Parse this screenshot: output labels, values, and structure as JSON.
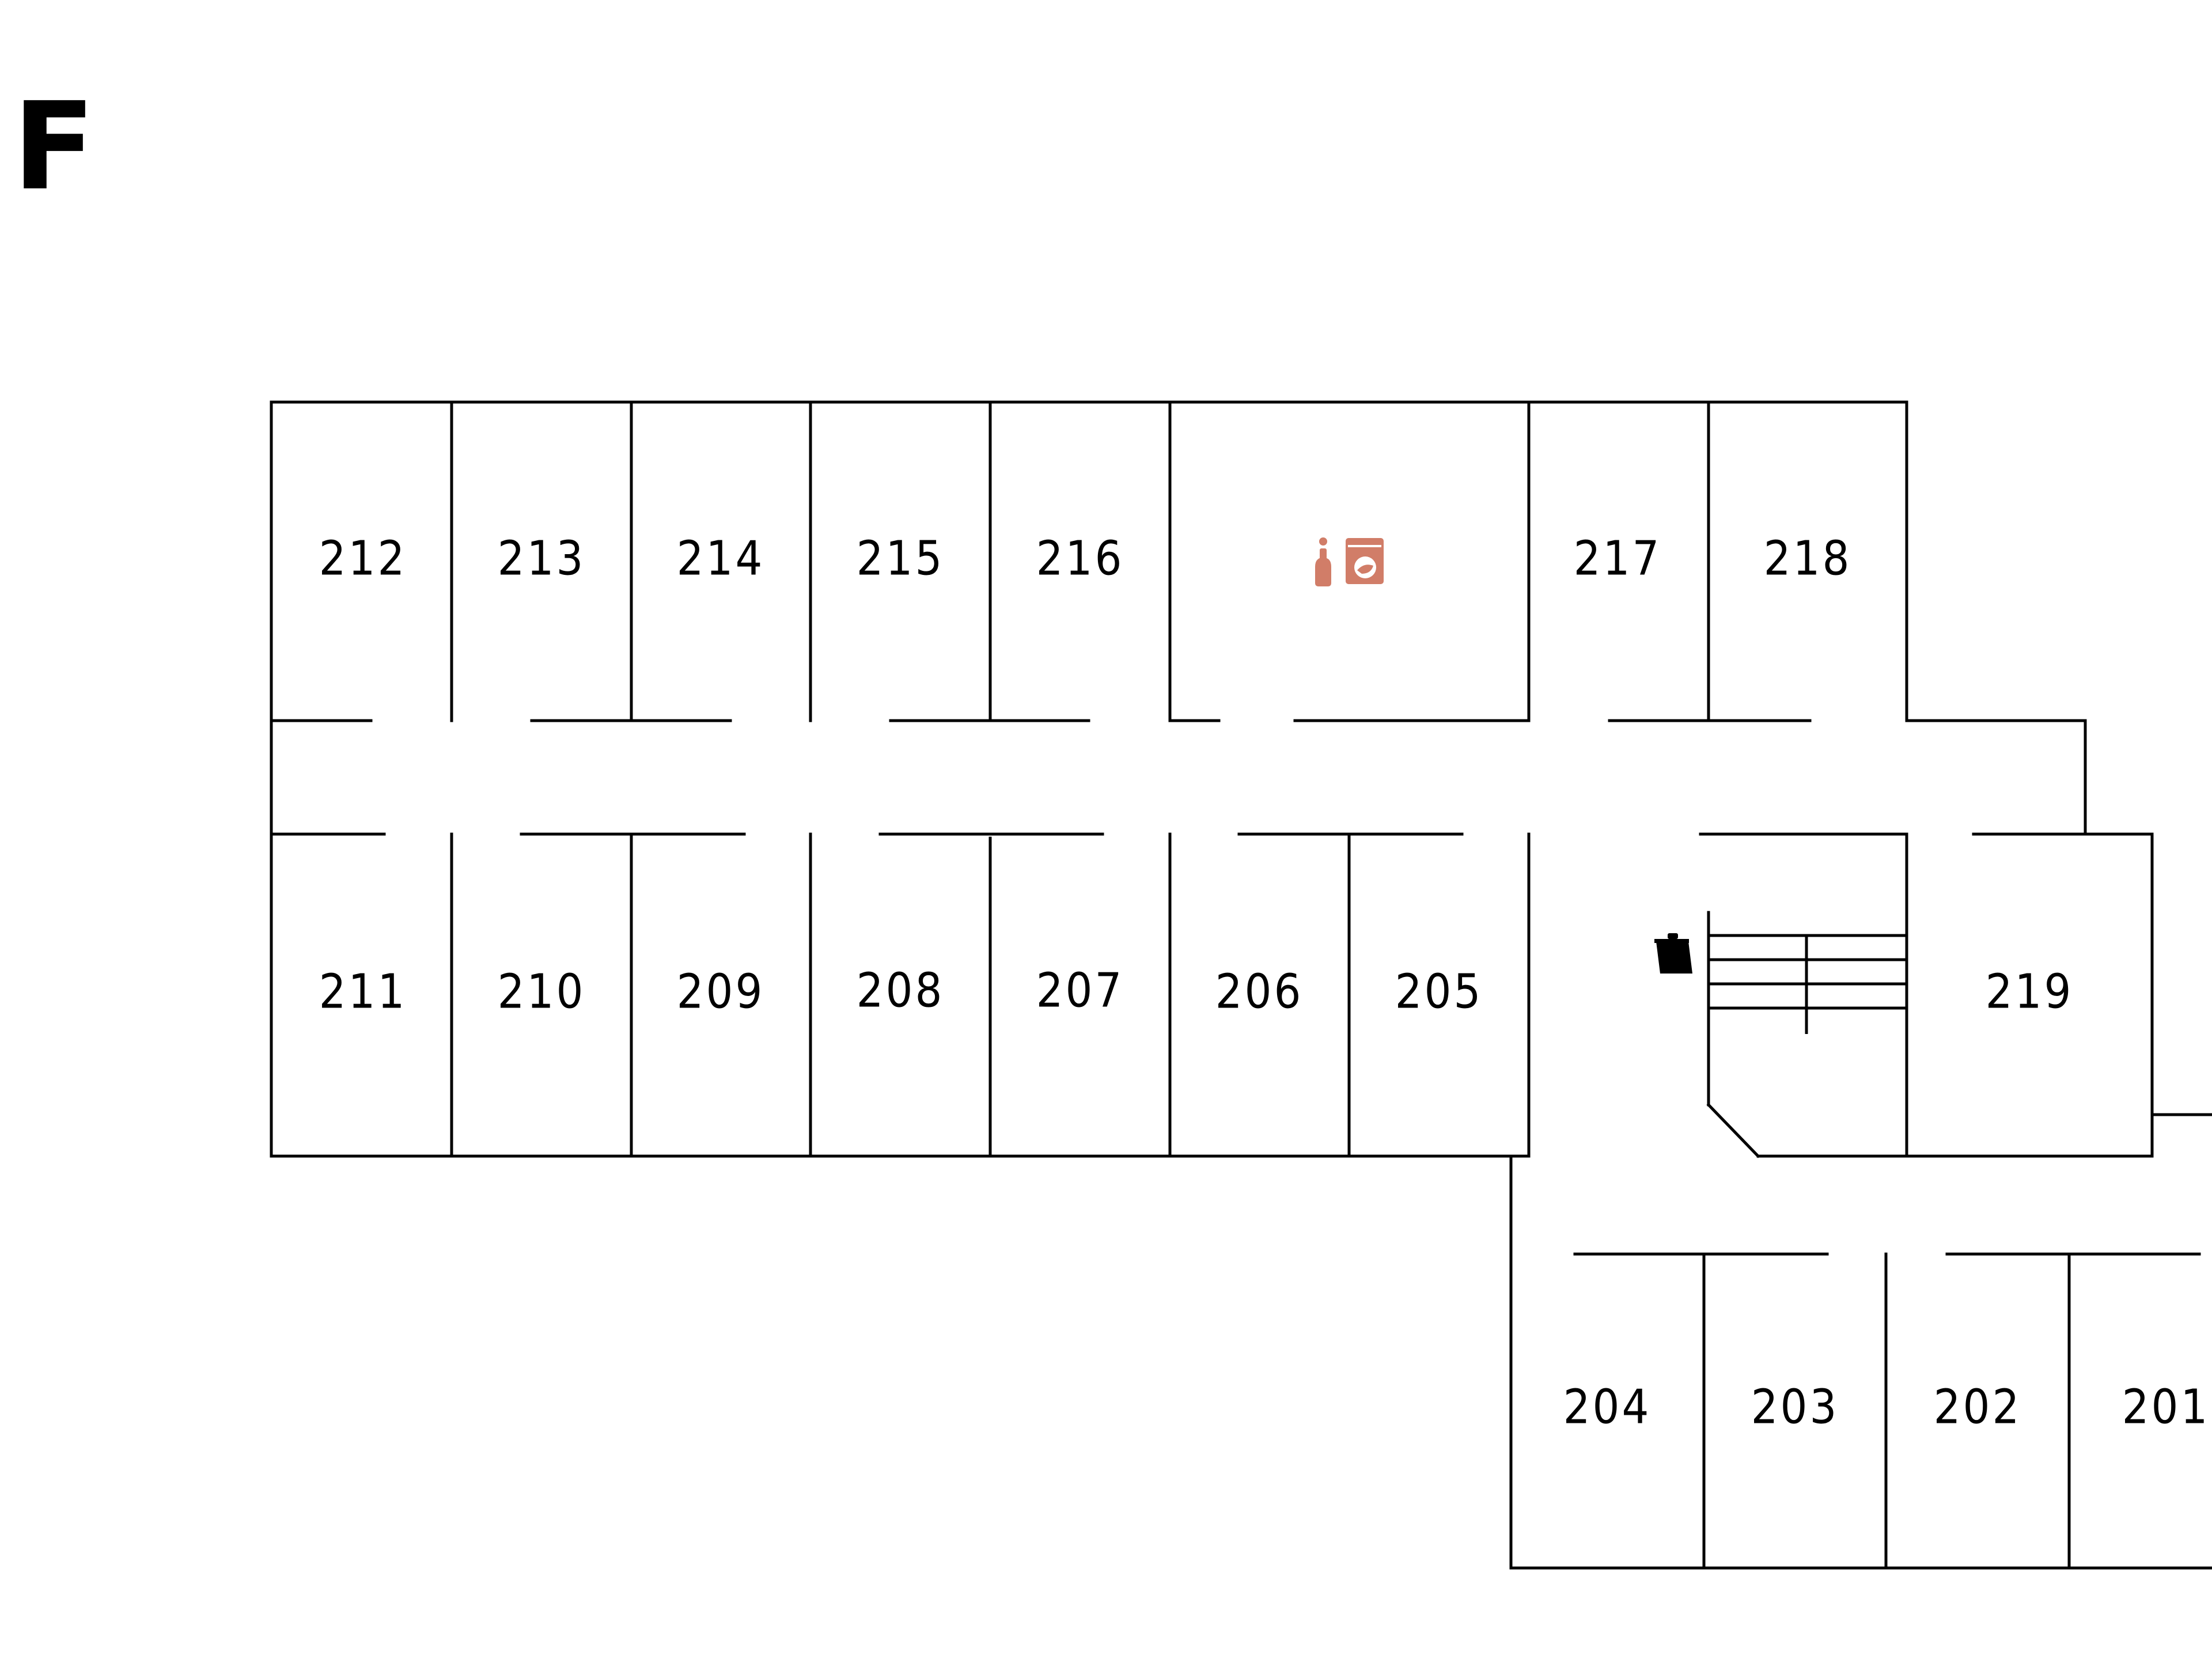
{
  "floor": {
    "label": "F"
  },
  "rooms": {
    "212": "212",
    "213": "213",
    "214": "214",
    "215": "215",
    "216": "216",
    "217": "217",
    "218": "218",
    "211": "211",
    "210": "210",
    "209": "209",
    "208": "208",
    "207": "207",
    "206": "206",
    "205": "205",
    "219": "219",
    "204": "204",
    "203": "203",
    "202": "202",
    "201": "201"
  },
  "amenities": {
    "laundry": {
      "icons": [
        "detergent-bottle-icon",
        "washing-machine-icon"
      ],
      "color": "#d17d68"
    },
    "bin": {
      "icon": "trash-bin-icon",
      "color": "#000000"
    }
  },
  "colors": {
    "wall": "#000000",
    "background": "#ffffff",
    "accent": "#d17d68"
  }
}
